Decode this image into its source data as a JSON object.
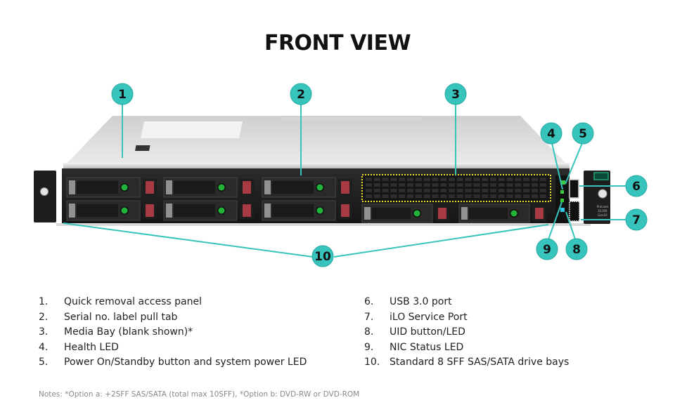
{
  "title": "FRONT VIEW",
  "server": {
    "badge_line1": "ProLiant",
    "badge_line2": "DL160",
    "badge_line3": "Gen10"
  },
  "callouts": [
    {
      "num": "1"
    },
    {
      "num": "2"
    },
    {
      "num": "3"
    },
    {
      "num": "4"
    },
    {
      "num": "5"
    },
    {
      "num": "6"
    },
    {
      "num": "7"
    },
    {
      "num": "8"
    },
    {
      "num": "9"
    },
    {
      "num": "10"
    }
  ],
  "legend": {
    "left": [
      {
        "num": "1.",
        "label": "Quick removal access panel"
      },
      {
        "num": "2.",
        "label": "Serial no. label pull tab"
      },
      {
        "num": "3.",
        "label": "Media Bay (blank shown)*"
      },
      {
        "num": "4.",
        "label": "Health LED"
      },
      {
        "num": "5.",
        "label": "Power On/Standby button and system power LED"
      }
    ],
    "right": [
      {
        "num": "6.",
        "label": "USB 3.0 port"
      },
      {
        "num": "7.",
        "label": "iLO Service Port"
      },
      {
        "num": "8.",
        "label": "UID button/LED"
      },
      {
        "num": "9.",
        "label": "NIC Status LED"
      },
      {
        "num": "10.",
        "label": "Standard 8 SFF SAS/SATA drive bays"
      }
    ]
  },
  "notes": "Notes: *Option a: +2SFF SAS/SATA (total max 10SFF), *Option b: DVD-RW or DVD-ROM",
  "colors": {
    "callout": "#37c4bd",
    "drive_led": "#22b33a",
    "drive_latch": "#a83a44",
    "media_bay_outline": "#e8e020",
    "uid_led": "#35c6e8"
  }
}
